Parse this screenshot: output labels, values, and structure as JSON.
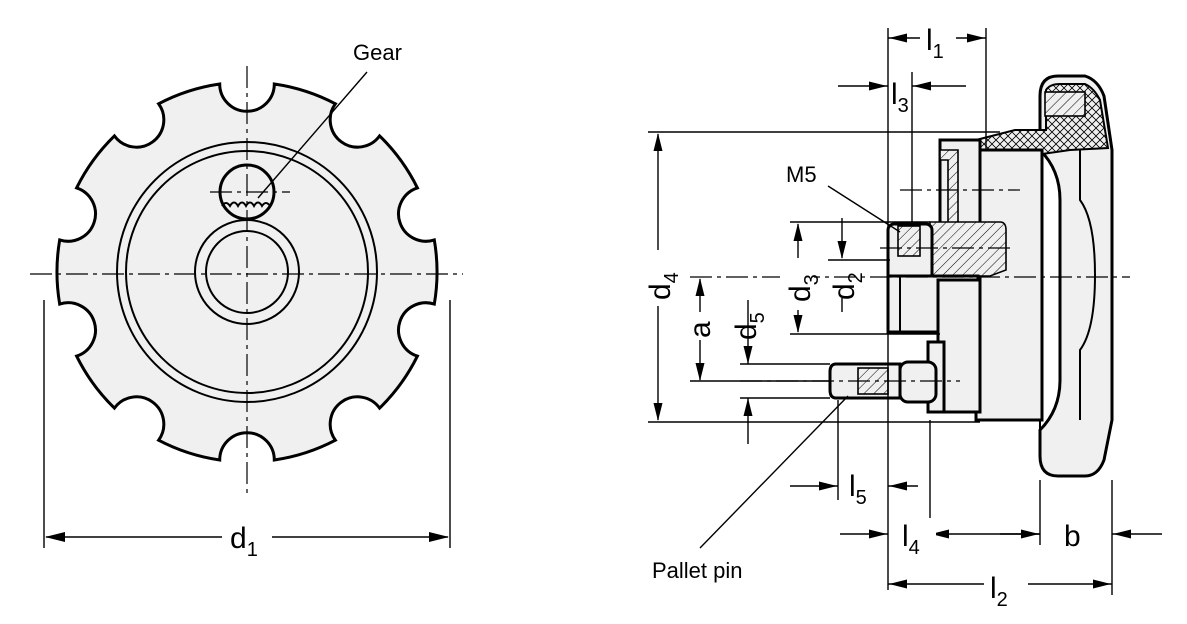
{
  "labels": {
    "gear": "Gear",
    "m5": "M5",
    "pallet_pin": "Pallet pin",
    "d1": {
      "main": "d",
      "sub": "1"
    },
    "d2": {
      "main": "d",
      "sub": "2"
    },
    "d3": {
      "main": "d",
      "sub": "3"
    },
    "d4": {
      "main": "d",
      "sub": "4"
    },
    "d5": {
      "main": "d",
      "sub": "5"
    },
    "l1": {
      "main": "l",
      "sub": "1"
    },
    "l2": {
      "main": "l",
      "sub": "2"
    },
    "l3": {
      "main": "l",
      "sub": "3"
    },
    "l4": {
      "main": "l",
      "sub": "4"
    },
    "l5": {
      "main": "l",
      "sub": "5"
    },
    "a": "a",
    "b": "b"
  },
  "colors": {
    "line": "#000000",
    "fill": "#f0f0f0",
    "background": "#ffffff"
  }
}
